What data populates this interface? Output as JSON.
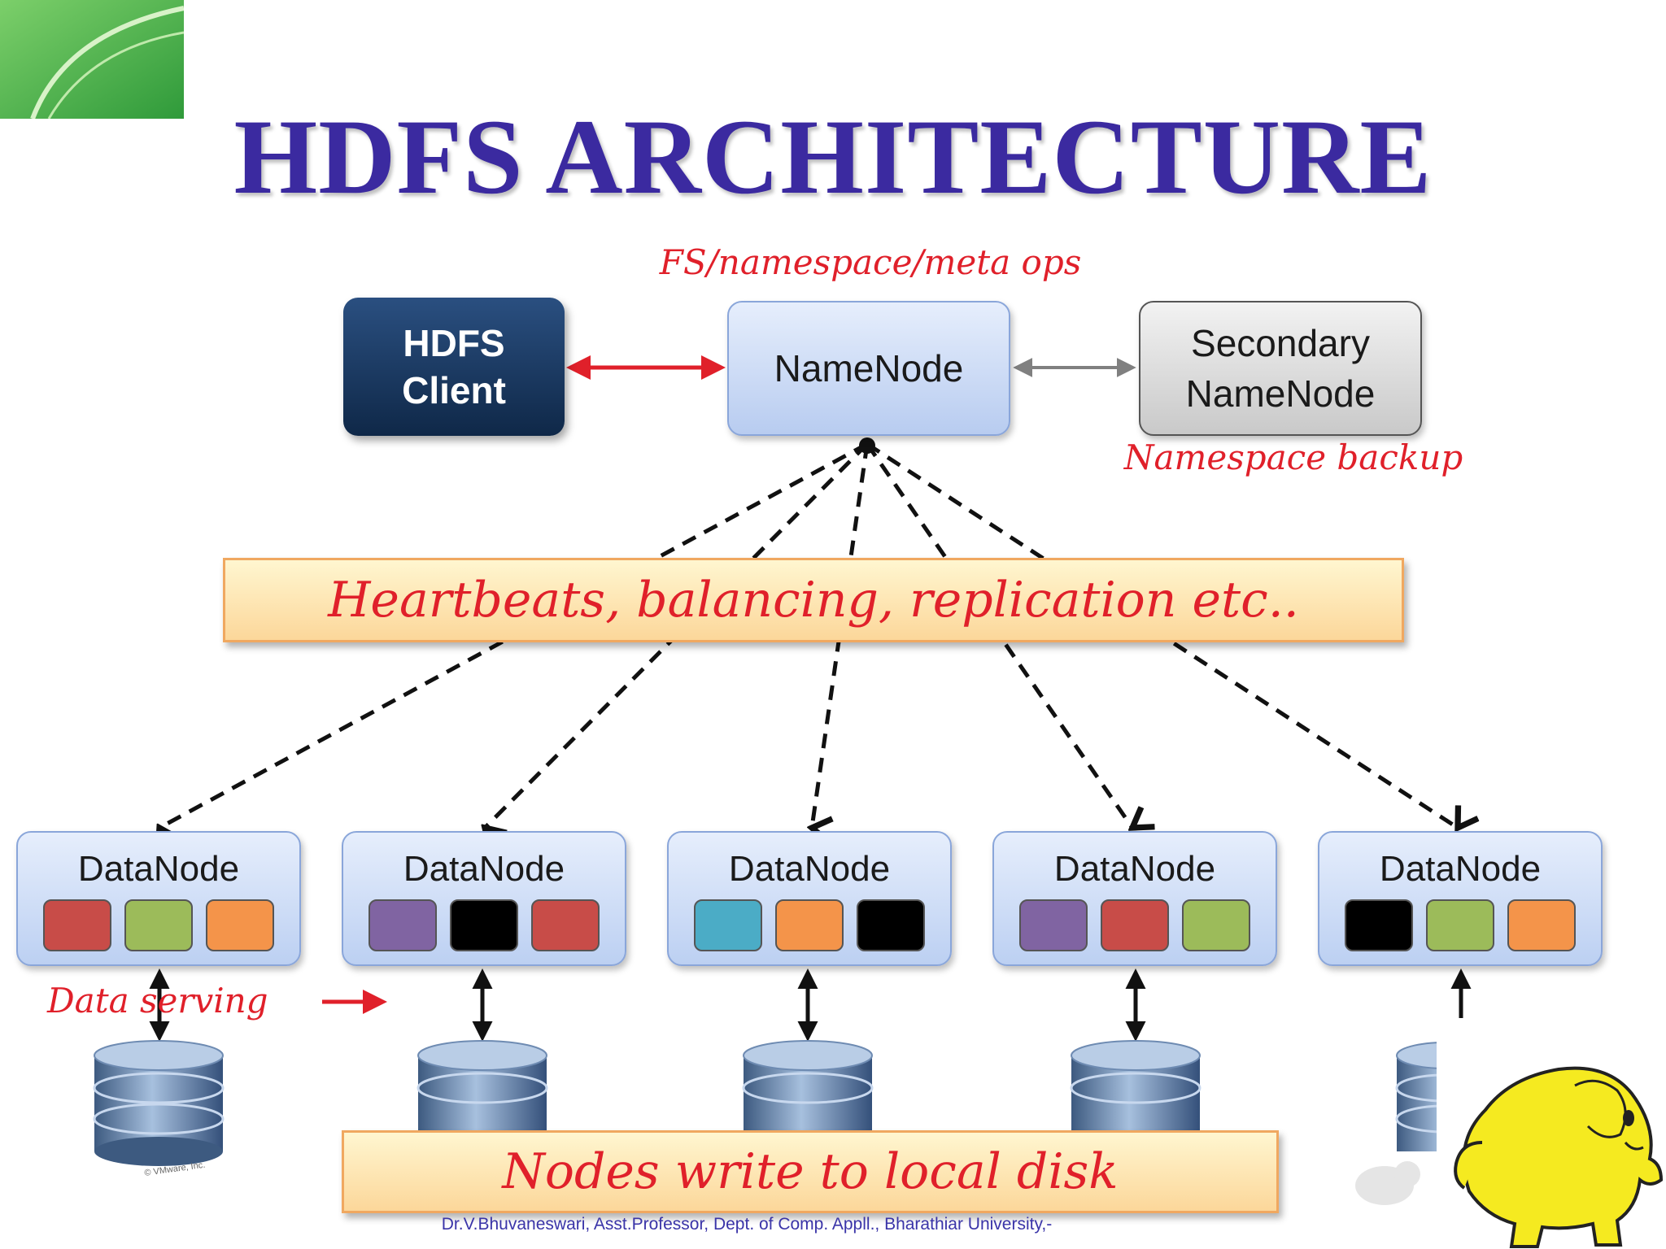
{
  "title": "HDFS ARCHITECTURE",
  "annotations": {
    "fs_ops": "FS/namespace/meta ops",
    "namespace_backup": "Namespace backup",
    "data_serving": "Data serving"
  },
  "nodes": {
    "client": [
      "HDFS",
      "Client"
    ],
    "namenode": "NameNode",
    "secondary": [
      "Secondary",
      "NameNode"
    ]
  },
  "banners": {
    "heartbeats": "Heartbeats, balancing, replication etc..",
    "disk": "Nodes write to local disk"
  },
  "datanodes": [
    {
      "label": "DataNode",
      "blocks": [
        "#c84c48",
        "#9cbb5a",
        "#f4944a"
      ]
    },
    {
      "label": "DataNode",
      "blocks": [
        "#8064a2",
        "#000000",
        "#c84c48"
      ]
    },
    {
      "label": "DataNode",
      "blocks": [
        "#4bacc6",
        "#f4944a",
        "#000000"
      ]
    },
    {
      "label": "DataNode",
      "blocks": [
        "#8064a2",
        "#c84c48",
        "#9cbb5a"
      ]
    },
    {
      "label": "DataNode",
      "blocks": [
        "#000000",
        "#9cbb5a",
        "#f4944a"
      ]
    }
  ],
  "watermark": "© VMware, Inc.",
  "footer": "Dr.V.Bhuvaneswari, Asst.Professor, Dept. of Comp. Appll., Bharathiar University,-",
  "colors": {
    "title": "#3b2aa0",
    "annotation": "#e0202a",
    "client": "#1c3a64",
    "namenode": "#c9d9f5",
    "secondary": "#dcdcdc"
  }
}
